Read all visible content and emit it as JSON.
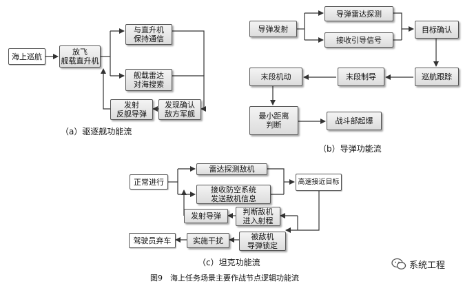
{
  "diagram_a": {
    "title": "（a）驱逐舰功能流",
    "nodes": {
      "cruise": "海上巡航",
      "launch_heli": "放飞\n舰载直升机",
      "comm_heli": "与直升机\n保持通信",
      "radar_search": "舰载雷达\n对海搜索",
      "confirm_enemy": "发现确认\n敌方军舰",
      "fire_missile": "发射\n反舰导弹"
    }
  },
  "diagram_b": {
    "title": "（b）导弹功能流",
    "nodes": {
      "launch": "导弹发射",
      "radar_detect": "导弹雷达探测",
      "receive_signal": "接收引导信号",
      "target_confirm": "目标确认",
      "cruise_track": "巡航跟踪",
      "terminal_guidance": "末段制导",
      "terminal_maneuver": "末段机动",
      "min_distance": "最小距离\n判断",
      "warhead": "战斗部起爆"
    }
  },
  "diagram_c": {
    "title": "（c）坦克功能流",
    "nodes": {
      "normal": "正常进行",
      "radar_detect_plane": "雷达探测敌机",
      "receive_airdef": "接收防空系统\n发送敌机信息",
      "approach": "高速接近目标",
      "judge_range": "判断敌机\n进入射程",
      "fire_missile": "发射导弹",
      "locked": "被敌机\n导弹锁定",
      "jamming": "实施干扰",
      "abandon": "驾驶员弃车"
    }
  },
  "figure_caption": "图9　海上任务场景主要作战节点逻辑功能流",
  "watermark": {
    "text": "系统工程",
    "icon": "wechat-icon"
  }
}
